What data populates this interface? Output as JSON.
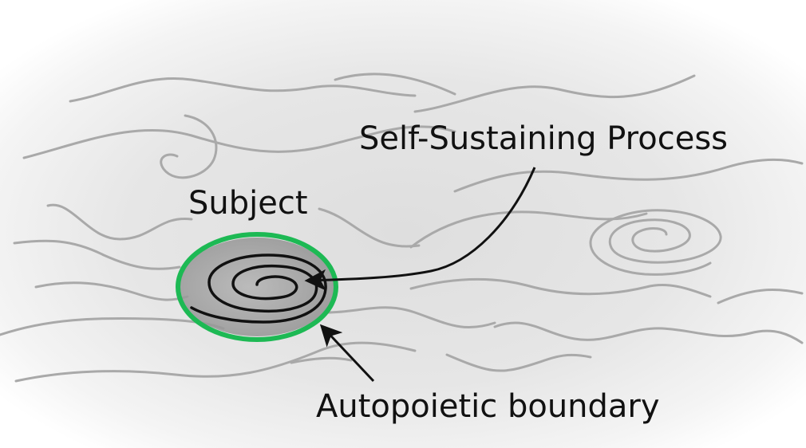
{
  "labels": {
    "process": "Self-Sustaining Process",
    "subject": "Subject",
    "boundary": "Autopoietic boundary"
  },
  "colors": {
    "background_mist": "#e6e6e6",
    "flow_lines": "#a9a9a9",
    "boundary": "#1db954",
    "process_spiral": "#111111",
    "arrows": "#111111",
    "subject_shading": "#9c9c9c"
  }
}
